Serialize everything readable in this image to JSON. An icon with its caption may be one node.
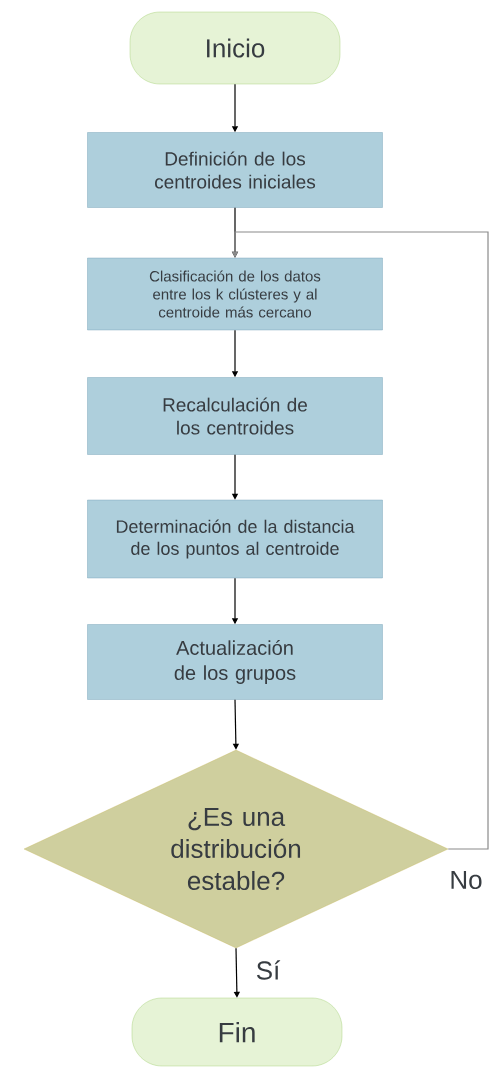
{
  "diagram": {
    "nodes": [
      {
        "text": [
          "Inicio"
        ]
      },
      {
        "text": [
          "Definición de los centroides iniciales"
        ]
      },
      {
        "text": [
          "Clasificación de los datos entre los k clústeres y al centroide más cercano"
        ]
      },
      {
        "text": [
          "Recalculación de los centroides"
        ]
      },
      {
        "text": [
          "Determinación de la distancia de los puntos al centroide"
        ]
      },
      {
        "text": [
          "Actualización de los grupos"
        ]
      },
      {
        "text": [
          "¿Es una distribución estable?"
        ]
      },
      {
        "text": [
          "Fin"
        ]
      }
    ],
    "edges": [
      {
        "from": 0,
        "to": 1,
        "arrow": "to"
      },
      {
        "from": 1,
        "to": 2,
        "arrow": "to"
      },
      {
        "from": 2,
        "to": 3,
        "arrow": "to"
      },
      {
        "from": 3,
        "to": 4,
        "arrow": "to"
      },
      {
        "from": 4,
        "to": 5,
        "arrow": "to"
      },
      {
        "from": 5,
        "to": 6,
        "arrow": "to"
      },
      {
        "from": 6,
        "to": 2,
        "arrow": "to",
        "label": "No",
        "color": "#8a8a8a"
      },
      {
        "from": 6,
        "to": 7,
        "arrow": "to",
        "label": "Sí"
      }
    ]
  }
}
